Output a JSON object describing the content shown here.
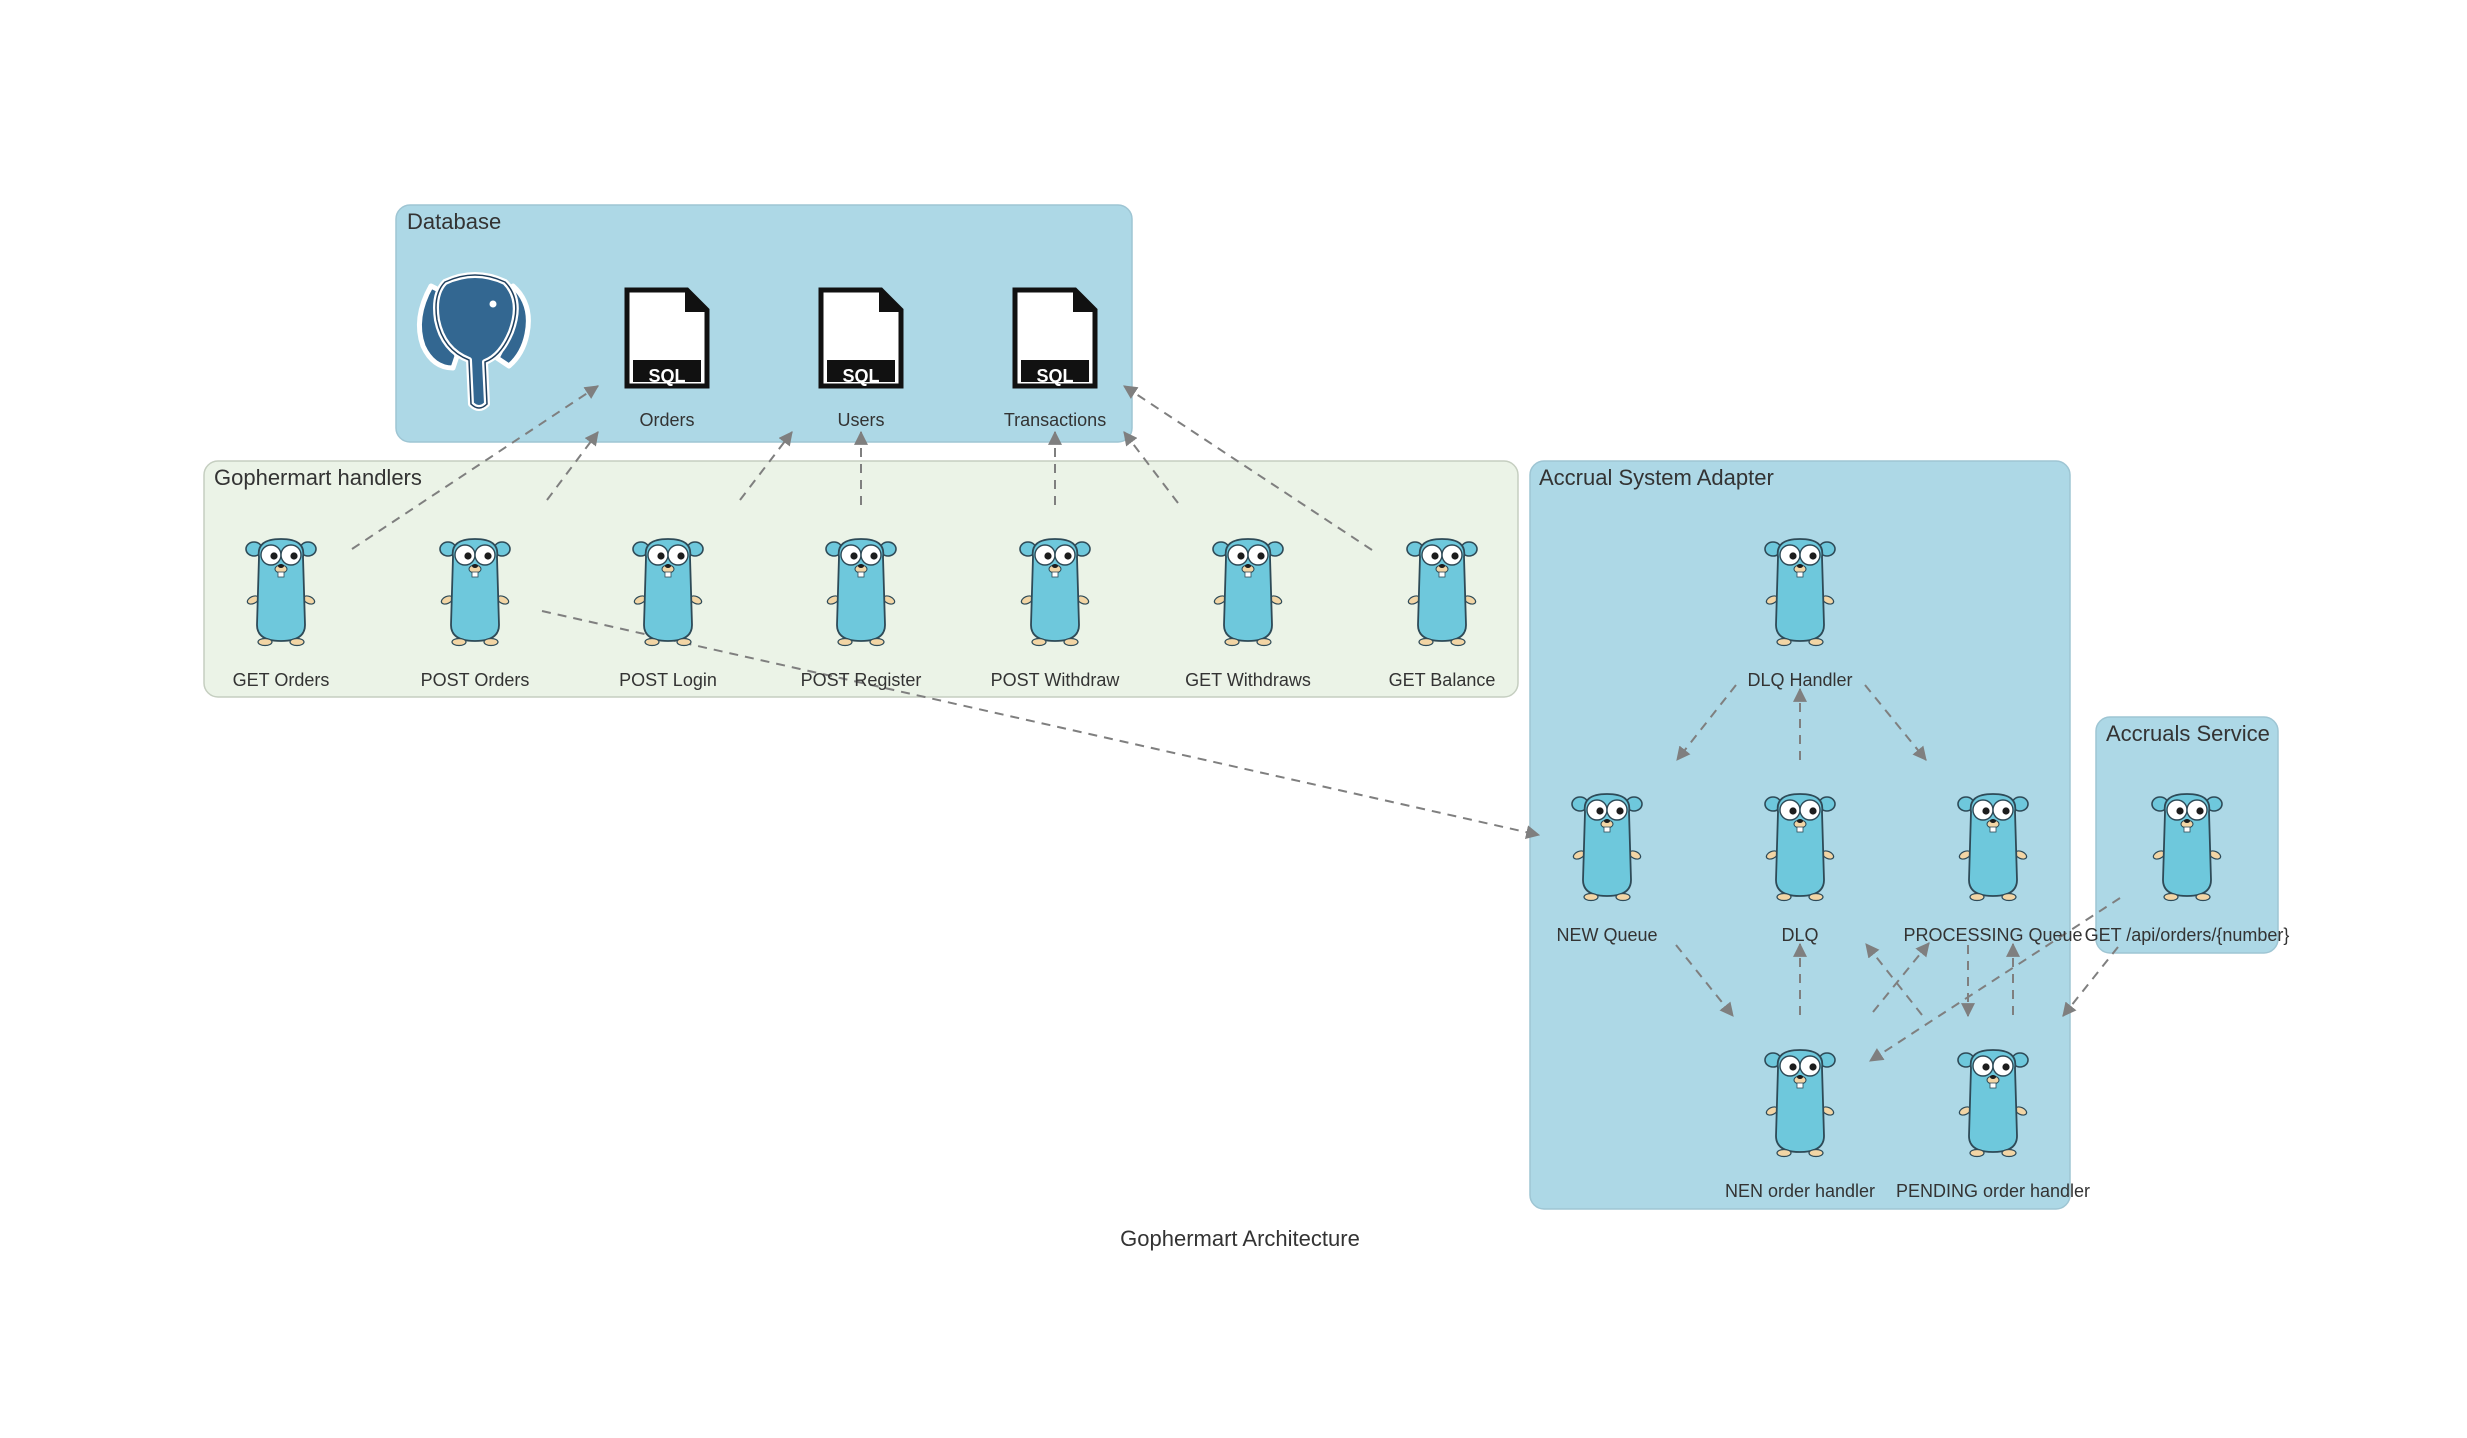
{
  "diagram_title": "Gophermart Architecture",
  "clusters": {
    "database": "Database",
    "handlers": "Gophermart handlers",
    "adapter": "Accrual System Adapter",
    "accruals": "Accruals Service"
  },
  "nodes": {
    "orders_table": "Orders",
    "users_table": "Users",
    "transactions_table": "Transactions",
    "get_orders": "GET Orders",
    "post_orders": "POST Orders",
    "post_login": "POST Login",
    "post_register": "POST Register",
    "post_withdraw": "POST Withdraw",
    "get_withdraws": "GET Withdraws",
    "get_balance": "GET Balance",
    "dlq_handler": "DLQ Handler",
    "new_queue": "NEW Queue",
    "dlq": "DLQ",
    "processing_queue": "PROCESSING Queue",
    "nen_order_handler": "NEN order handler",
    "pending_order_handler": "PENDING order handler",
    "accruals_api": "GET /api/orders/{number}"
  },
  "sql_badge": "SQL",
  "icons": {
    "database": "postgresql-elephant-icon",
    "table": "sql-file-icon",
    "service": "go-gopher-icon"
  },
  "colors": {
    "cluster_blue": "#add8e6",
    "cluster_green": "#ebf3e7",
    "gopher": "#6ec8dc",
    "elephant": "#336791",
    "edge": "#7f7f7f"
  }
}
